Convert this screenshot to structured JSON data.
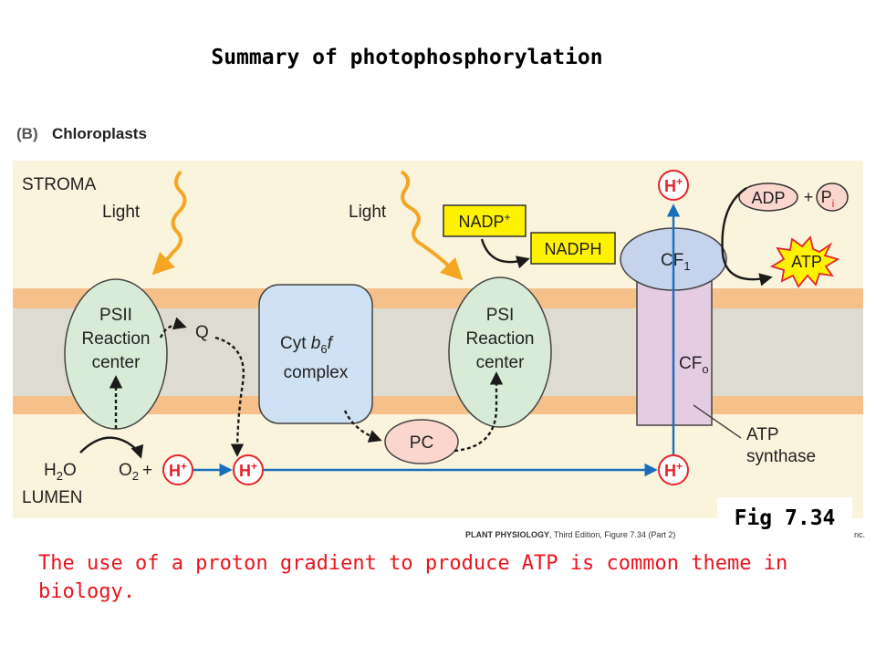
{
  "slide": {
    "title": "Summary of photophosphorylation",
    "caption": "The use of a proton gradient to produce ATP is common theme in  biology.",
    "fig_label": "Fig 7.34"
  },
  "diagram": {
    "panel_letter": "(B)",
    "panel_title": "Chloroplasts",
    "stroma_label": "STROMA",
    "lumen_label": "LUMEN",
    "light_label": "Light",
    "psii": [
      "PSII",
      "Reaction",
      "center"
    ],
    "cyt": [
      "Cyt ",
      "b",
      "6",
      "f",
      "complex"
    ],
    "psi": [
      "PSI",
      "Reaction",
      "center"
    ],
    "q": "Q",
    "pc": "PC",
    "h2o": {
      "base": "H",
      "sub": "2",
      "tail": "O"
    },
    "o2": {
      "base": "O",
      "sub": "2",
      "tail": "+"
    },
    "h_plus": {
      "base": "H",
      "sup": "+"
    },
    "nadp": {
      "base": "NADP",
      "sup": "+"
    },
    "nadph": "NADPH",
    "cf1": {
      "base": "CF",
      "sub": "1"
    },
    "cfo": {
      "base": "CF",
      "sub": "o"
    },
    "adp": "ADP",
    "plus": "+",
    "pi": {
      "base": "P",
      "sub": "i"
    },
    "atp": "ATP",
    "atp_synthase": [
      "ATP",
      "synthase"
    ],
    "credit_left": "PLANT PHYSIOLOGY",
    "credit_rest": ", Third Edition, Figure 7.34 (Part 2)",
    "credit_end": "nc."
  },
  "colors": {
    "panel_bg": "#fbf4dc",
    "membrane_edge": "#f5c08a",
    "membrane_core": "#dedbd0",
    "psii_fill": "#d7ebd7",
    "cyt_fill": "#cfe1f4",
    "pc_fill": "#fbd6cc",
    "cf1_fill": "#c5d3ec",
    "cfo_fill": "#e4cce2",
    "nadp_fill": "#fff200",
    "arrow_blue": "#1a6fbd",
    "h_red": "#e5242b",
    "light_orange": "#f5a623",
    "caption_red": "#e8141e"
  }
}
